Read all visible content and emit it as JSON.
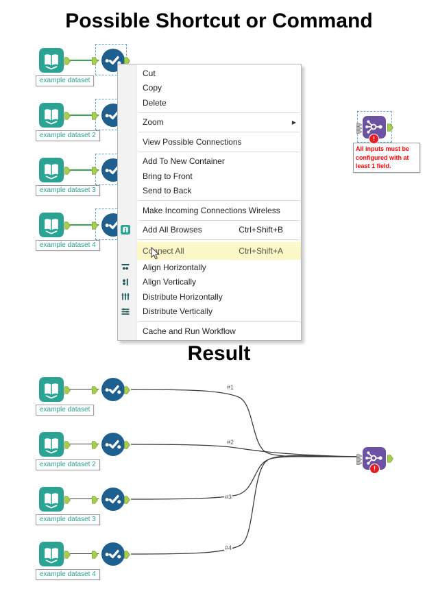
{
  "titles": {
    "top": "Possible Shortcut or Command",
    "result": "Result"
  },
  "datasets": {
    "labels": [
      "example dataset",
      "example dataset 2",
      "example dataset 3",
      "example dataset 4"
    ]
  },
  "context_menu": {
    "submenu_arrow": "▶",
    "items": [
      {
        "type": "item",
        "label": "Cut"
      },
      {
        "type": "item",
        "label": "Copy"
      },
      {
        "type": "item",
        "label": "Delete"
      },
      {
        "type": "sep"
      },
      {
        "type": "item",
        "label": "Zoom",
        "submenu": true
      },
      {
        "type": "sep"
      },
      {
        "type": "item",
        "label": "View Possible Connections"
      },
      {
        "type": "sep"
      },
      {
        "type": "item",
        "label": "Add To New Container"
      },
      {
        "type": "item",
        "label": "Bring to Front"
      },
      {
        "type": "item",
        "label": "Send to Back"
      },
      {
        "type": "sep"
      },
      {
        "type": "item",
        "label": "Make Incoming Connections Wireless"
      },
      {
        "type": "sep"
      },
      {
        "type": "item",
        "label": "Add All Browses",
        "shortcut": "Ctrl+Shift+B",
        "icon": "browse-icon"
      },
      {
        "type": "sep"
      },
      {
        "type": "item",
        "label": "Connect All",
        "shortcut": "Ctrl+Shift+A",
        "highlighted": true
      },
      {
        "type": "item",
        "label": "Align Horizontally",
        "icon": "align-horizontal-icon"
      },
      {
        "type": "item",
        "label": "Align Vertically",
        "icon": "align-vertical-icon"
      },
      {
        "type": "item",
        "label": "Distribute Horizontally",
        "icon": "distribute-horizontal-icon"
      },
      {
        "type": "item",
        "label": "Distribute Vertically",
        "icon": "distribute-vertical-icon"
      },
      {
        "type": "sep"
      },
      {
        "type": "item",
        "label": "Cache and Run Workflow"
      }
    ]
  },
  "union_tool": {
    "error_badge": "!",
    "error_tooltip": "All inputs must be configured with at least 1 field."
  },
  "connections": {
    "labels": [
      "#1",
      "#2",
      "#3",
      "#4"
    ]
  },
  "colors": {
    "input_tool_teal": "#2BA392",
    "select_tool_blue": "#1D5F8E",
    "union_tool_purple": "#6B52A2",
    "anchor_green": "#A9CE4B",
    "connection_green": "#3BA94B",
    "error_red": "#E61C23",
    "highlight_yellow": "#FBF7C6",
    "label_teal": "#2B9F90"
  }
}
